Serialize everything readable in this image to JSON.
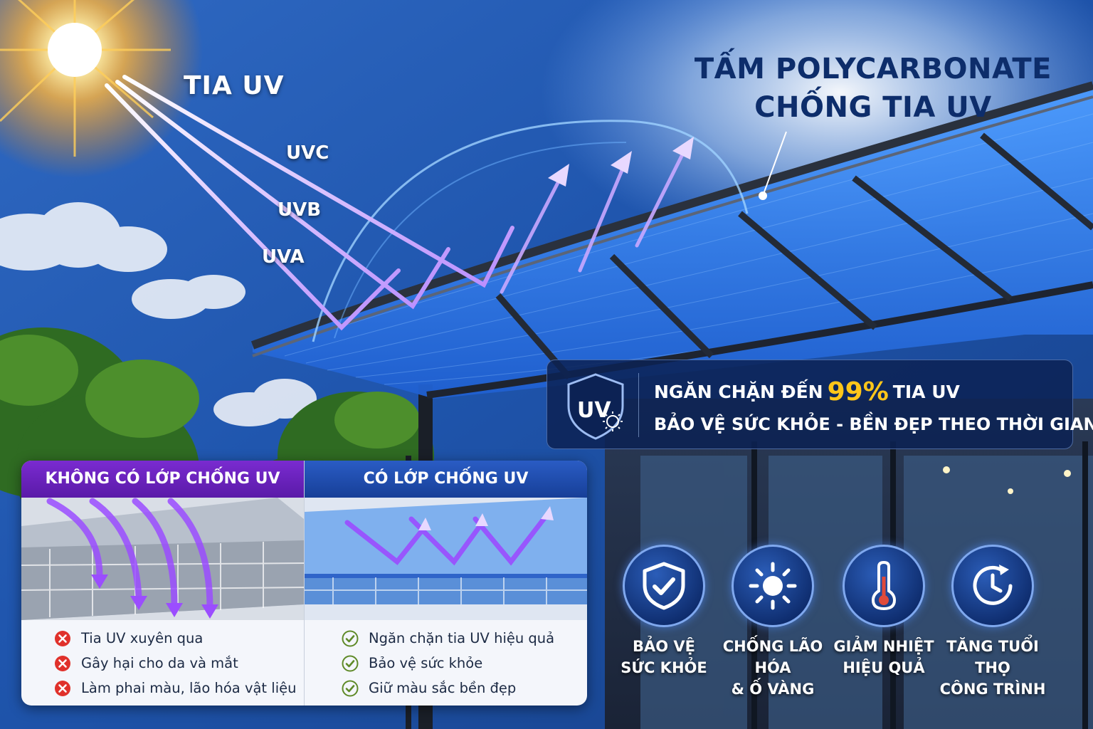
{
  "rays": {
    "heading": "TIA UV",
    "uvc": "UVC",
    "uvb": "UVB",
    "uva": "UVA"
  },
  "title": {
    "line1": "TẤM POLYCARBONATE",
    "line2": "CHỐNG TIA UV"
  },
  "banner": {
    "shield_text": "UV",
    "line1_prefix": "NGĂN CHẶN ĐẾN",
    "line1_percent": "99%",
    "line1_suffix": "TIA UV",
    "line2": "BẢO VỆ SỨC KHỎE - BỀN ĐẸP THEO THỜI GIAN",
    "accent_color": "#ffc61a"
  },
  "comparison": {
    "without": {
      "header": "KHÔNG CÓ LỚP CHỐNG UV",
      "icon": "x-circle-icon",
      "items": [
        "Tia UV xuyên qua",
        "Gây hại cho da và mắt",
        "Làm phai màu, lão hóa vật liệu"
      ]
    },
    "with": {
      "header": "CÓ LỚP CHỐNG UV",
      "icon": "check-circle-icon",
      "items": [
        "Ngăn chặn tia UV hiệu quả",
        "Bảo vệ sức khỏe",
        "Giữ màu sắc bền đẹp"
      ]
    }
  },
  "features": [
    {
      "icon": "shield-check-icon",
      "line1": "BẢO VỆ",
      "line2": "SỨC KHỎE"
    },
    {
      "icon": "sun-icon",
      "line1": "CHỐNG LÃO HÓA",
      "line2": "& Ố VÀNG"
    },
    {
      "icon": "thermometer-icon",
      "line1": "GIẢM NHIỆT",
      "line2": "HIỆU QUẢ"
    },
    {
      "icon": "clock-icon",
      "line1": "TĂNG TUỔI THỌ",
      "line2": "CÔNG TRÌNH"
    }
  ]
}
